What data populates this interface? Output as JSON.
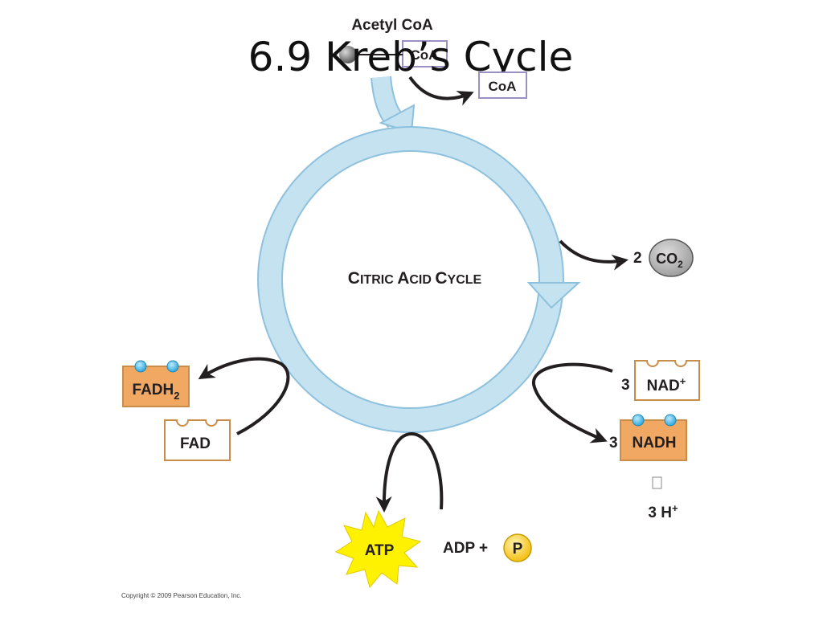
{
  "slide": {
    "title": "6.9 Kreb’s Cycle",
    "copyright": "Copyright © 2009 Pearson Education, Inc."
  },
  "diagram": {
    "acetyl_coa_label": "Acetyl CoA",
    "acetyl_coa_box": "CoA",
    "coa_released": "CoA",
    "cycle_label_initial_1": "C",
    "cycle_label_rest_1": "ITRIC ",
    "cycle_label_initial_2": "A",
    "cycle_label_rest_2": "CID ",
    "cycle_label_initial_3": "C",
    "cycle_label_rest_3": "YCLE",
    "co2_coefficient": "2",
    "co2_label": "CO",
    "co2_subscript": "2",
    "nad_coefficient": "3",
    "nad_label": "NAD",
    "nad_superscript": "+",
    "nadh_coefficient": "3",
    "nadh_label": "NADH",
    "hplus_plus_sign": " ",
    "hplus_label": "3 H",
    "hplus_superscript": "+",
    "fadh2_label": "FADH",
    "fadh2_subscript": "2",
    "fad_label": "FAD",
    "atp_label": "ATP",
    "adp_label": "ADP +",
    "phosphate_label": "P"
  },
  "colors": {
    "cycle_fill": "#c5e2f1",
    "cycle_stroke": "#8ec1dd",
    "carrier_orange": "#f0a862",
    "carrier_border": "#c98d4a",
    "electron_blue": "#5fc3ec",
    "atp_yellow": "#fff200",
    "phosphate_yellow": "#fbd431",
    "co2_gray": "#b4b4b4",
    "arrow_black": "#231f20"
  }
}
